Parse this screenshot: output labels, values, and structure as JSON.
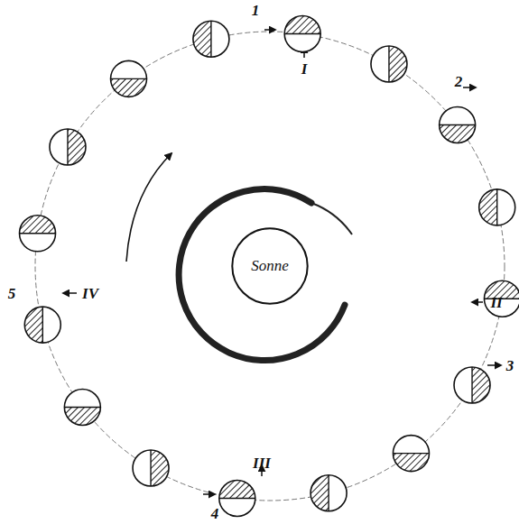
{
  "diagram": {
    "nodes": [
      {
        "text": [
          "Sonne"
        ]
      }
    ],
    "labels": [
      "1",
      "I",
      "2",
      "5",
      "IV",
      "II",
      "3",
      "III",
      "4"
    ]
  }
}
